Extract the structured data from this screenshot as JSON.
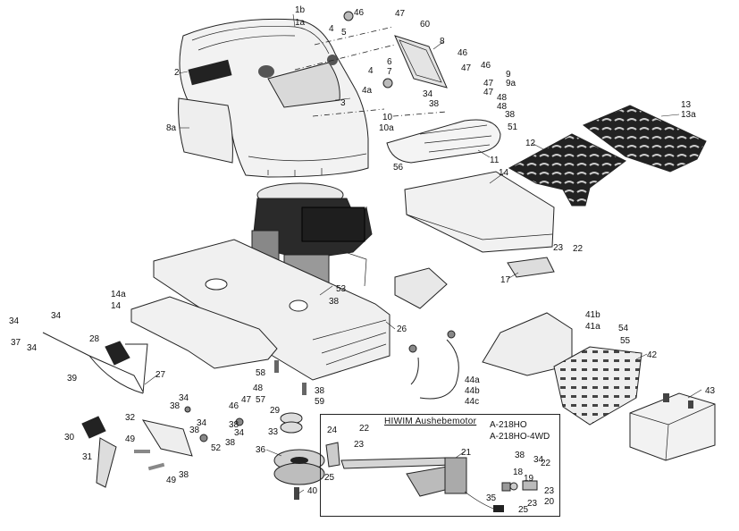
{
  "inset": {
    "title": "HIWIM  Aushebemotor",
    "models": [
      "A-218HO",
      "A-218HO-4WD"
    ]
  },
  "callouts": [
    "1b",
    "1a",
    "46",
    "47",
    "60",
    "4",
    "5",
    "8",
    "2",
    "4",
    "6",
    "7",
    "46",
    "47",
    "46",
    "9",
    "9a",
    "4a",
    "34",
    "38",
    "47",
    "48",
    "13",
    "13a",
    "3",
    "47",
    "48",
    "8a",
    "10",
    "10a",
    "38",
    "51",
    "12",
    "11",
    "56",
    "14",
    "23",
    "22",
    "17",
    "14a",
    "14",
    "53",
    "38",
    "26",
    "41b",
    "41a",
    "54",
    "55",
    "34",
    "34",
    "37",
    "34",
    "28",
    "42",
    "27",
    "39",
    "58",
    "47",
    "48",
    "46",
    "38",
    "34",
    "29",
    "38",
    "59",
    "43",
    "44a",
    "44b",
    "44c",
    "34",
    "38",
    "57",
    "32",
    "30",
    "33",
    "34",
    "38",
    "49",
    "52",
    "38",
    "36",
    "31",
    "49",
    "38",
    "40",
    "24",
    "22",
    "23",
    "21",
    "38",
    "34",
    "18",
    "19",
    "22",
    "23",
    "20",
    "25",
    "35",
    "23",
    "25"
  ]
}
